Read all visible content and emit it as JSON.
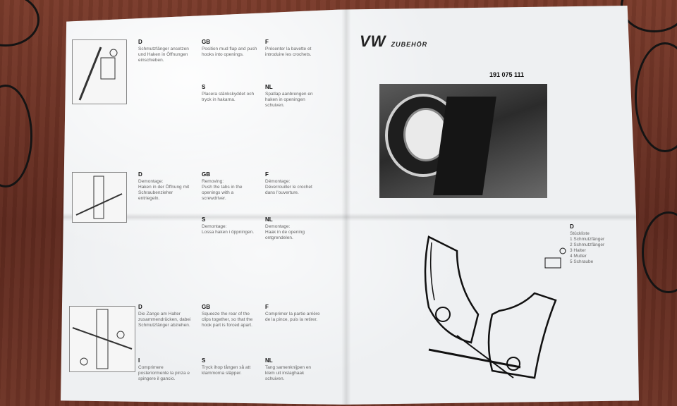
{
  "photo_alt": "Instruction sheet for VW mud flaps spread on a wooden table",
  "header": {
    "brand": "VW",
    "brand_suffix": "ZUBEHÖR",
    "part_number": "191 075 111"
  },
  "instructions_top": [
    {
      "lang": "D",
      "text": "Schmutzfänger ansetzen und Haken in Öffnungen einschieben."
    },
    {
      "lang": "GB",
      "text": "Position mud flap and push hooks into openings."
    },
    {
      "lang": "F",
      "text": "Présenter la bavette et introduire les crochets."
    },
    {
      "lang": "S",
      "text": "Placera stänkskyddet och tryck in hakarna."
    },
    {
      "lang": "NL",
      "text": "Spatlap aanbrengen en haken in openingen schuiven."
    }
  ],
  "instructions_mid": [
    {
      "lang": "D",
      "title": "Demontage:",
      "text": "Haken in der Öffnung mit Schraubenzieher entriegeln."
    },
    {
      "lang": "GB",
      "title": "Removing:",
      "text": "Push the tabs in the openings with a screwdriver."
    },
    {
      "lang": "F",
      "title": "Démontage:",
      "text": "Déverrouiller le crochet dans l'ouverture."
    },
    {
      "lang": "S",
      "title": "Demontage:",
      "text": "Lossa haken i öppningen."
    },
    {
      "lang": "NL",
      "title": "Demontage:",
      "text": "Haak in de opening ontgrendelen."
    }
  ],
  "instructions_bottom": [
    {
      "lang": "D",
      "text": "Die Zange am Halter zusammendrücken, dabei Schmutzfänger abziehen."
    },
    {
      "lang": "GB",
      "text": "Squeeze the rear of the clips together, so that the hook part is forced apart."
    },
    {
      "lang": "F",
      "text": "Comprimer la partie arrière de la pince, puis la retirer."
    },
    {
      "lang": "I",
      "text": "Comprimere posteriormente la pinza e spingere il gancio."
    },
    {
      "lang": "S",
      "text": "Tryck ihop tången så att klammorna släpper."
    },
    {
      "lang": "NL",
      "text": "Tang samenknijpen en klem uit inslaghaak schuiven."
    }
  ],
  "parts_list": {
    "lang": "D",
    "title": "Stückliste",
    "items": [
      "1 Schmutzfänger",
      "2 Schmutzfänger",
      "3 Halter",
      "4 Mutter",
      "5 Schraube"
    ]
  }
}
